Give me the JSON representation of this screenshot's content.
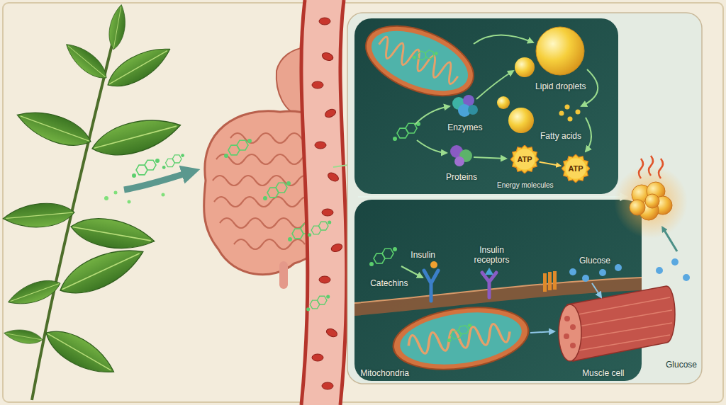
{
  "diagram": {
    "nodes": [
      {
        "text": [
          "ATP"
        ]
      },
      {
        "text": [
          "ATP"
        ]
      }
    ],
    "edges": [
      {
        "from": 0,
        "to": 1,
        "arrow": "to"
      }
    ],
    "labels": [
      "Lipid droplets",
      "Enzymes",
      "Fatty acids",
      "Proteins",
      "Energy molecules",
      "Insulin",
      "Insulin receptors",
      "Catechins",
      "Glucose",
      "Glucose",
      "Mitochondria",
      "Muscle cell"
    ]
  }
}
